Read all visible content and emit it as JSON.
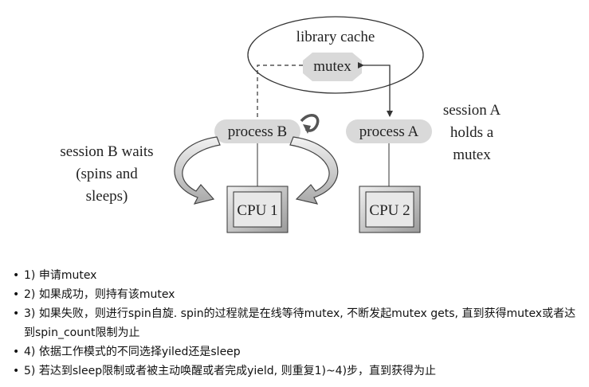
{
  "diagram": {
    "library_cache_label": "library cache",
    "mutex_label": "mutex",
    "process_b_label": "process B",
    "process_a_label": "process A",
    "cpu1_label": "CPU 1",
    "cpu2_label": "CPU 2",
    "session_b_text": [
      "session B waits",
      "(spins and",
      "sleeps)"
    ],
    "session_a_text": [
      "session A",
      "holds a",
      "mutex"
    ]
  },
  "notes": [
    "1) 申请mutex",
    "2) 如果成功，则持有该mutex",
    "3) 如果失败，则进行spin自旋. spin的过程就是在线等待mutex, 不断发起mutex gets, 直到获得mutex或者达到spin_count限制为止",
    "4) 依据工作模式的不同选择yiled还是sleep",
    "5) 若达到sleep限制或者被主动唤醒或者完成yield, 则重复1)~4)步，直到获得为止"
  ]
}
